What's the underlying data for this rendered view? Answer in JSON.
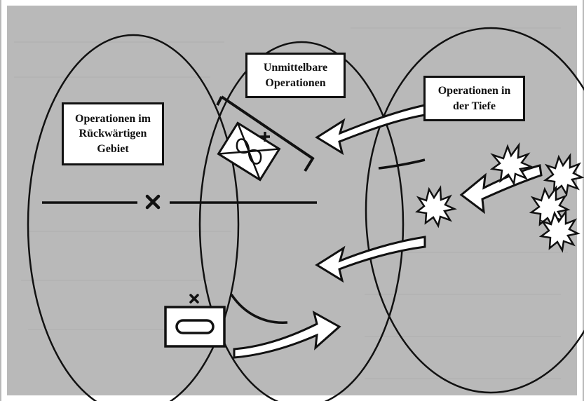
{
  "labels": {
    "rear": {
      "line1": "Operationen im",
      "line2": "Rückwärtigen",
      "line3": "Gebiet"
    },
    "direct": {
      "line1": "Unmittelbare",
      "line2": "Operationen"
    },
    "deep": {
      "line1": "Operationen in",
      "line2": "der Tiefe"
    }
  },
  "colors": {
    "background": "#b9b9b9",
    "ink": "#111111",
    "frame": "#ffffff"
  }
}
